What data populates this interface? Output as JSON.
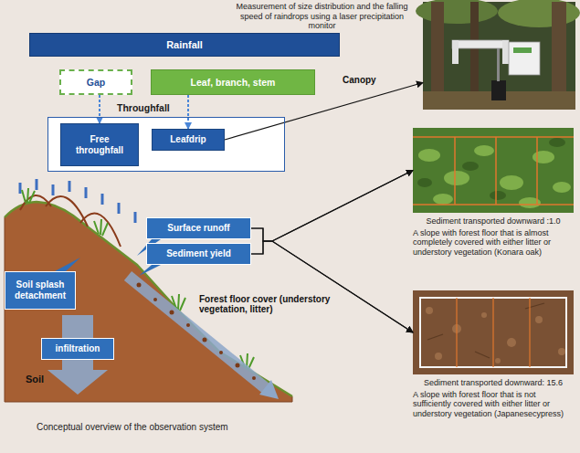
{
  "diagram": {
    "nodes": [
      {
        "text": [
          "Rainfall"
        ]
      },
      {
        "text": [
          "Gap"
        ]
      },
      {
        "text": [
          "Leaf, branch, stem"
        ]
      },
      {
        "text": [
          "Throughfall"
        ]
      },
      {
        "text": [
          "Free throughfall"
        ],
        "in": 3
      },
      {
        "text": [
          "Leafdrip"
        ],
        "in": 3
      },
      {
        "text": [
          "Surface runoff"
        ]
      },
      {
        "text": [
          "Sediment yield"
        ]
      },
      {
        "text": [
          "Soil splash detachment"
        ]
      },
      {
        "text": [
          "infiltration"
        ]
      },
      {
        "text": [
          "Measurement of size distribution and the falling speed of raindrops using a laser precipitation monitor"
        ]
      },
      {
        "text": [
          "Sediment transported downward :1.0",
          "A slope with forest floor that is almost completely covered with either litter or understory vegetation (Konara oak)"
        ]
      },
      {
        "text": [
          "Sediment transported downward: 15.6",
          "A slope with forest floor that is not  sufficiently covered with either litter or understory vegetation (Japanesecypress)"
        ]
      }
    ],
    "edges": [
      {
        "from": 1,
        "to": 4,
        "arrow": "to"
      },
      {
        "from": 2,
        "to": 5,
        "arrow": "to"
      },
      {
        "from": 5,
        "to": 10,
        "arrow": "to"
      },
      {
        "from": 6,
        "to": 11,
        "arrow": "to"
      },
      {
        "from": 6,
        "to": 12,
        "arrow": "to"
      },
      {
        "from": 7,
        "to": 11,
        "arrow": "to"
      },
      {
        "from": 7,
        "to": 12,
        "arrow": "to"
      }
    ],
    "labels": [
      "Canopy",
      "Forest floor cover (understory vegetation, litter)",
      "Soil",
      "Conceptual overview of the observation system"
    ]
  }
}
